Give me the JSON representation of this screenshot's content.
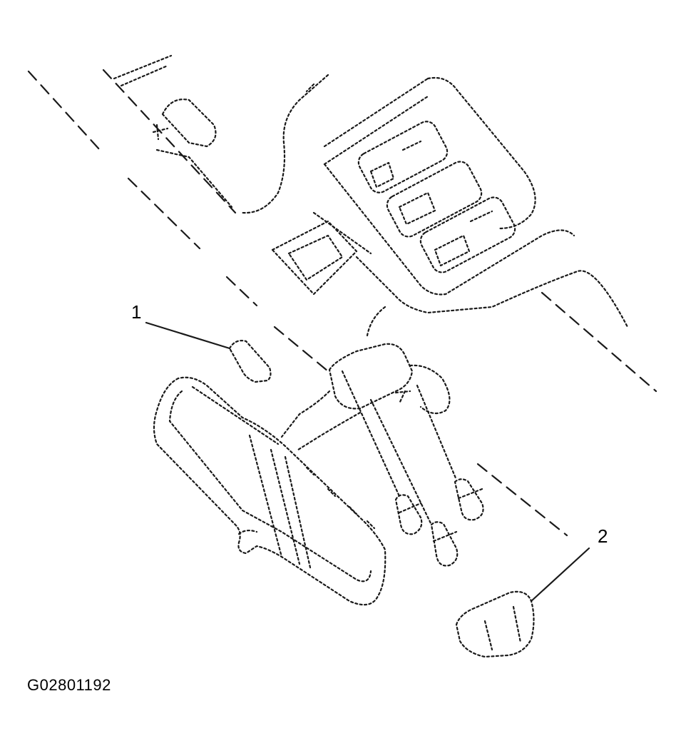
{
  "diagram": {
    "callouts": [
      {
        "number": "1"
      },
      {
        "number": "2"
      }
    ],
    "figure_id": "G02801192"
  }
}
